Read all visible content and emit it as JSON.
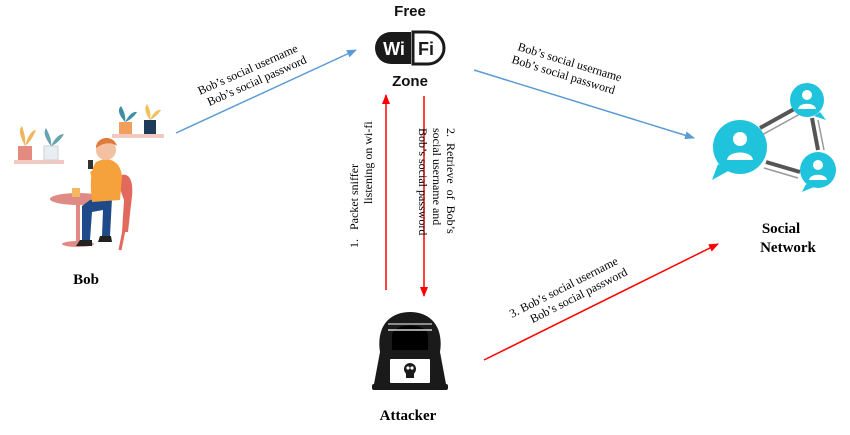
{
  "nodes": {
    "bob": {
      "label": "Bob"
    },
    "wifi": {
      "line1": "Free",
      "badge_left": "Wi",
      "badge_right": "Fi",
      "line3": "Zone"
    },
    "social": {
      "label_line1": "Social",
      "label_line2": "Network"
    },
    "attacker": {
      "label": "Attacker"
    }
  },
  "edges": {
    "bob_to_wifi": {
      "line1": "Bob’s social username",
      "line2": "Bob’s social password"
    },
    "wifi_to_social": {
      "line1": "Bob’s social username",
      "line2": "Bob’s social password"
    },
    "sniffer": {
      "line1": "1.   Packet sniffer",
      "line2": "listening on wi-fi"
    },
    "retrieve": {
      "line1": "2.  Retrieve  of  Bob’s",
      "line2": "social username and",
      "line3": "Bob’s social password"
    },
    "attacker_to_social": {
      "line1": "3. Bob’s social username",
      "line2": "Bob’s social password"
    }
  },
  "colors": {
    "blue_arrow": "#5b9bd5",
    "red_arrow": "#ff0000",
    "social_teal": "#1fc3dc",
    "hoodie": "#1a1a1a",
    "bob_shirt": "#f5a23c",
    "table_pink": "#e08a85"
  }
}
